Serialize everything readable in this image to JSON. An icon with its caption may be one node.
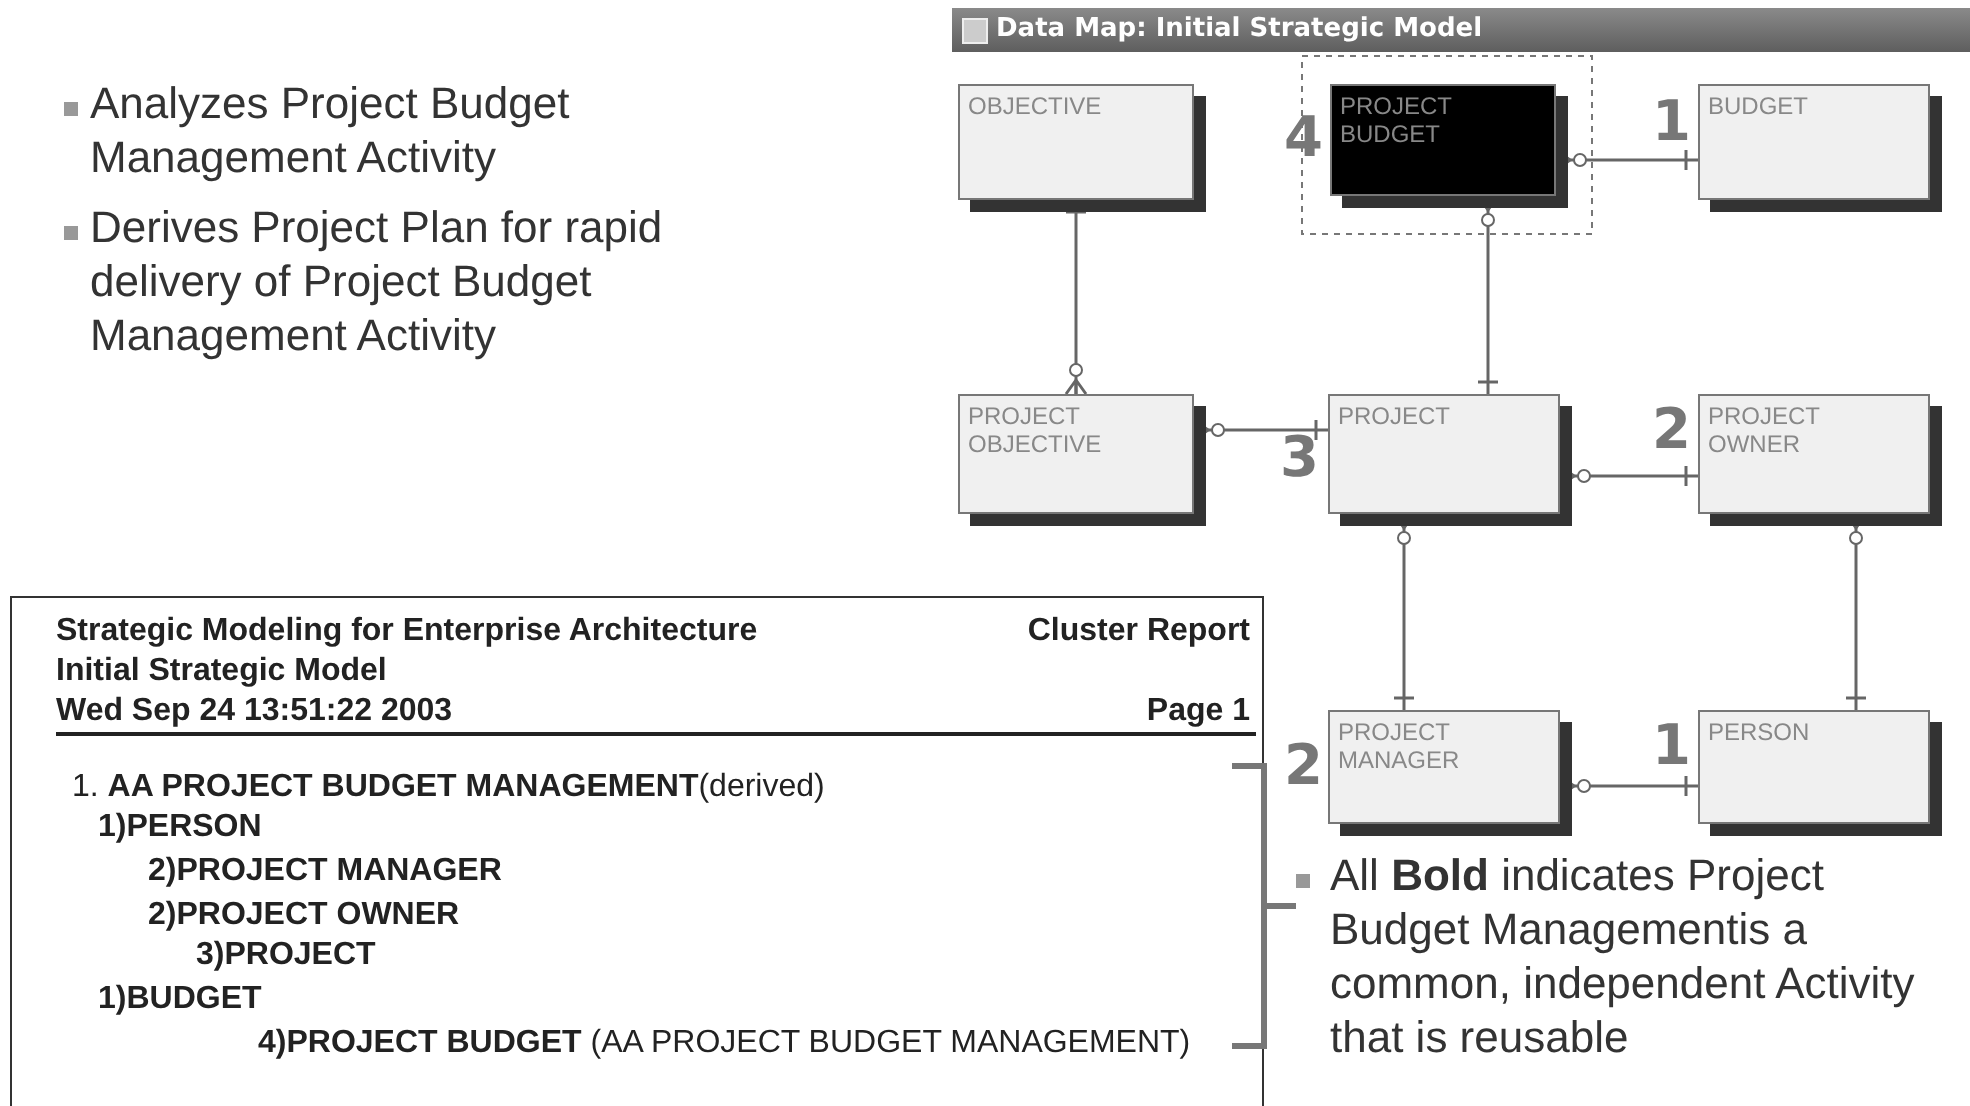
{
  "diagram": {
    "nodes": [
      {
        "text": [
          "Data Map: Initial Strategic Model"
        ]
      },
      {
        "text": [
          "OBJECTIVE"
        ],
        "in": 0
      },
      {
        "text": [
          "PROJECT BUDGET"
        ],
        "in": 0,
        "beside": [
          "4"
        ]
      },
      {
        "text": [
          "BUDGET"
        ],
        "in": 0,
        "beside": [
          "1"
        ]
      },
      {
        "text": [
          "PROJECT OBJECTIVE"
        ],
        "in": 0
      },
      {
        "text": [
          "PROJECT"
        ],
        "in": 0,
        "beside": [
          "3"
        ]
      },
      {
        "text": [
          "PROJECT OWNER"
        ],
        "in": 0,
        "beside": [
          "2"
        ]
      },
      {
        "text": [
          "PROJECT MANAGER"
        ],
        "in": 0,
        "beside": [
          "2"
        ]
      },
      {
        "text": [
          "PERSON"
        ],
        "in": 0,
        "beside": [
          "1"
        ]
      },
      {
        "text": [
          "Strategic Modeling for Enterprise Architecture",
          "Cluster Report",
          "Initial Strategic Model",
          "Wed Sep 24 13:51:22 2003",
          "Page 1",
          "1. **AA PROJECT BUDGET MANAGEMENT**(derived)",
          "1)PERSON",
          "2)PROJECT MANAGER",
          "2)PROJECT OWNER",
          "3)PROJECT",
          "1)BUDGET",
          "**4)PROJECT BUDGET** (AA PROJECT BUDGET MANAGEMENT)"
        ]
      }
    ],
    "edges": [
      {
        "from": 1,
        "to": 4,
        "arrow": "other"
      },
      {
        "from": 3,
        "to": 2,
        "arrow": "other"
      },
      {
        "from": 5,
        "to": 2,
        "arrow": "other"
      },
      {
        "from": 5,
        "to": 4,
        "arrow": "other"
      },
      {
        "from": 6,
        "to": 5,
        "arrow": "other"
      },
      {
        "from": 7,
        "to": 5,
        "arrow": "other"
      },
      {
        "from": 8,
        "to": 6,
        "arrow": "other"
      },
      {
        "from": 8,
        "to": 7,
        "arrow": "other"
      }
    ],
    "labels": [
      "Analyzes Project Budget Management Activity",
      "Derives Project Plan for rapid delivery of Project Budget Management Activity",
      "All **Bold** indicates Project Budget Managementis a common, independent Activity that is reusable"
    ]
  }
}
